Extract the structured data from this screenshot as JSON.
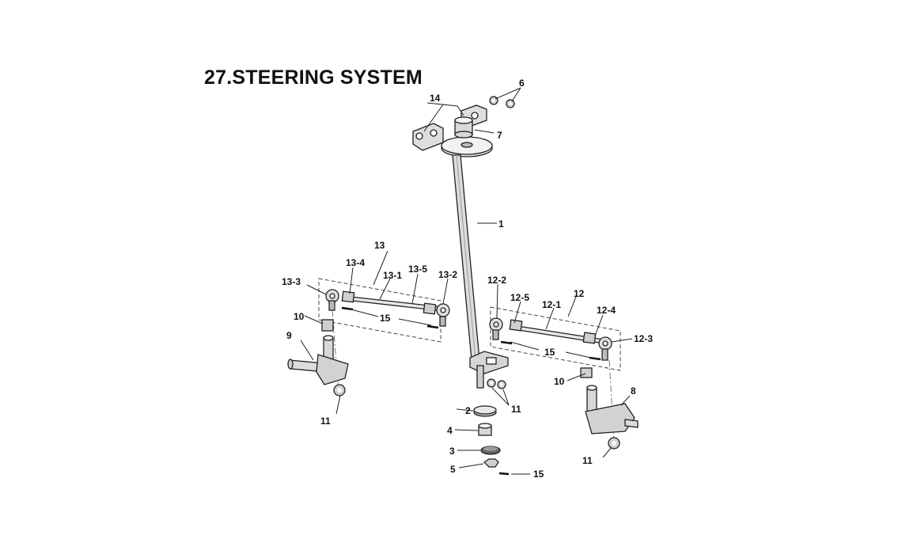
{
  "title": "27.STEERING SYSTEM",
  "callouts": {
    "c1": "1",
    "c2": "2",
    "c3": "3",
    "c4": "4",
    "c5": "5",
    "c6": "6",
    "c7": "7",
    "c8": "8",
    "c9": "9",
    "c10a": "10",
    "c10b": "10",
    "c11a": "11",
    "c11b": "11",
    "c11c": "11",
    "c12": "12",
    "c12_1": "12-1",
    "c12_2": "12-2",
    "c12_3": "12-3",
    "c12_4": "12-4",
    "c12_5": "12-5",
    "c13": "13",
    "c13_1": "13-1",
    "c13_2": "13-2",
    "c13_3": "13-3",
    "c13_4": "13-4",
    "c13_5": "13-5",
    "c14": "14",
    "c15a": "15",
    "c15b": "15",
    "c15c": "15"
  }
}
